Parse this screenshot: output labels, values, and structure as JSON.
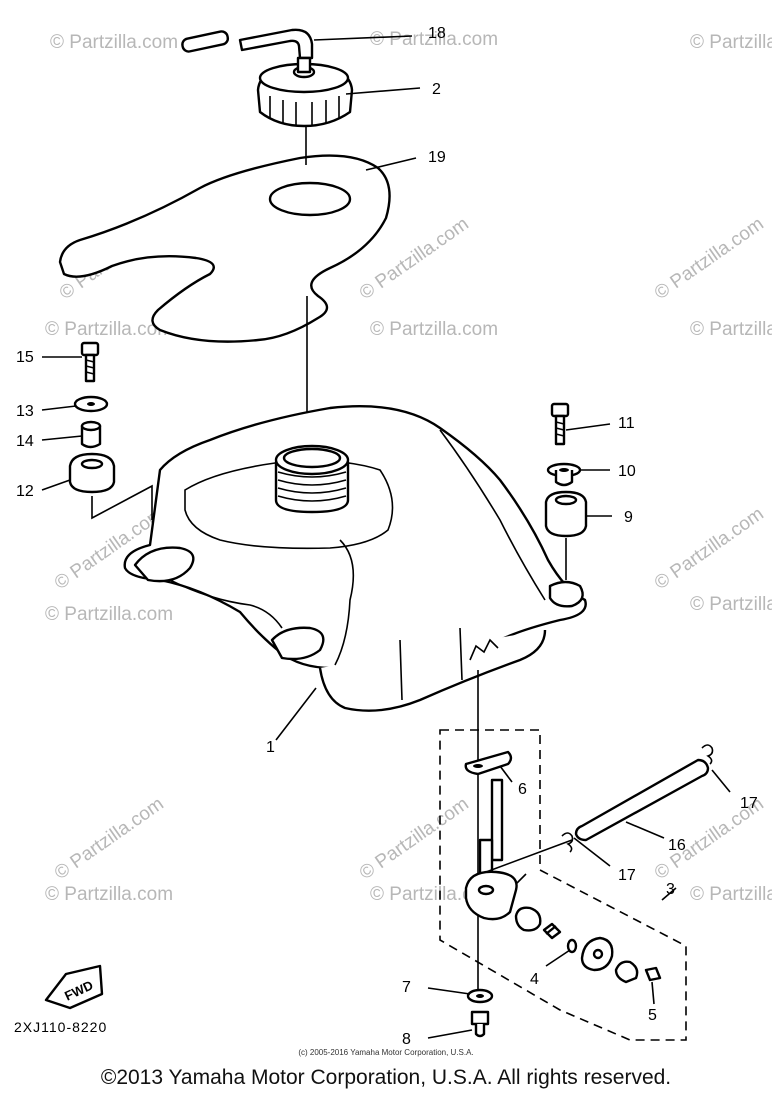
{
  "diagram": {
    "drawing_code": "2XJ110-8220",
    "fwd_label": "FWD",
    "callouts": [
      {
        "id": "1",
        "label": "1"
      },
      {
        "id": "2",
        "label": "2"
      },
      {
        "id": "3",
        "label": "3"
      },
      {
        "id": "4",
        "label": "4"
      },
      {
        "id": "5",
        "label": "5"
      },
      {
        "id": "6",
        "label": "6"
      },
      {
        "id": "7",
        "label": "7"
      },
      {
        "id": "8",
        "label": "8"
      },
      {
        "id": "9",
        "label": "9"
      },
      {
        "id": "10",
        "label": "10"
      },
      {
        "id": "11",
        "label": "11"
      },
      {
        "id": "12",
        "label": "12"
      },
      {
        "id": "13",
        "label": "13"
      },
      {
        "id": "14",
        "label": "14"
      },
      {
        "id": "15",
        "label": "15"
      },
      {
        "id": "16",
        "label": "16"
      },
      {
        "id": "17a",
        "label": "17"
      },
      {
        "id": "17b",
        "label": "17"
      },
      {
        "id": "18",
        "label": "18"
      },
      {
        "id": "19",
        "label": "19"
      }
    ],
    "watermark": "© Partzilla.com"
  },
  "footer": {
    "small_copyright": "(c) 2005-2016 Yamaha Motor Corporation, U.S.A.",
    "copyright": "©2013 Yamaha Motor Corporation, U.S.A. All rights reserved."
  }
}
